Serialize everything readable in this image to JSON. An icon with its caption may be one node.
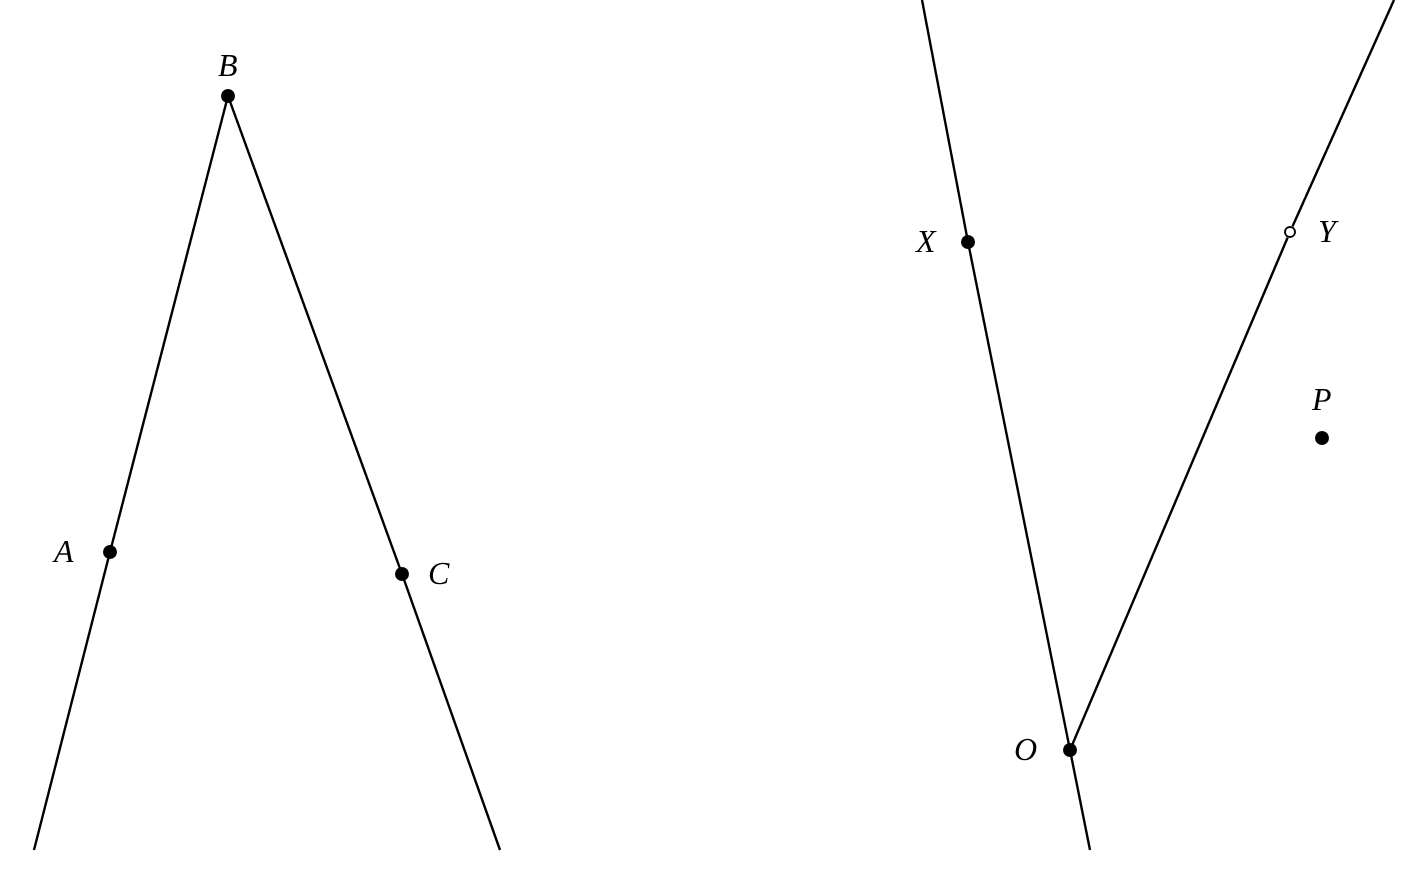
{
  "diagram": {
    "nodes": [
      {
        "text": [
          "B"
        ]
      },
      {
        "text": [
          "X"
        ]
      },
      {
        "text": [
          "Y"
        ]
      },
      {
        "text": [
          "P"
        ]
      },
      {
        "text": [
          "A"
        ]
      },
      {
        "text": [
          "C"
        ]
      },
      {
        "text": [
          "O"
        ]
      }
    ],
    "edges": [
      {
        "from": 0,
        "to": 4,
        "arrow": "none"
      },
      {
        "from": 4,
        "to": null,
        "arrow": "none"
      },
      {
        "from": 0,
        "to": 5,
        "arrow": "none"
      },
      {
        "from": 5,
        "to": null,
        "arrow": "none"
      },
      {
        "from": 6,
        "to": 1,
        "arrow": "none"
      },
      {
        "from": 1,
        "to": null,
        "arrow": "none"
      },
      {
        "from": 6,
        "to": 2,
        "arrow": "none"
      },
      {
        "from": 2,
        "to": null,
        "arrow": "none"
      },
      {
        "from": 6,
        "to": null,
        "arrow": "none"
      }
    ]
  }
}
